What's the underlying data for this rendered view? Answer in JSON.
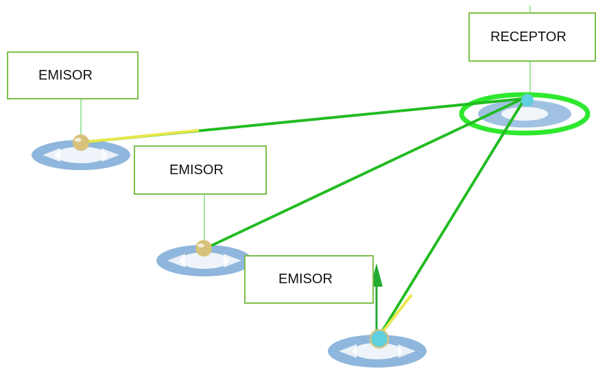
{
  "nodes": {
    "receptor": {
      "label": "RECEPTOR"
    },
    "emisor_1": {
      "label": "EMISOR"
    },
    "emisor_2": {
      "label": "EMISOR"
    },
    "emisor_3": {
      "label": "EMISOR"
    }
  },
  "colors": {
    "link": "#22bb22",
    "link_highlight": "#e8e84a",
    "pad": "#8fb6dc",
    "pad_inner": "#ffffff",
    "ring": "#2ee82e",
    "box_border": "#7cbf4a",
    "sphere_emisor": "#d6c27a",
    "sphere_receptor": "#5fd0e0",
    "arrow": "#22aa33"
  }
}
